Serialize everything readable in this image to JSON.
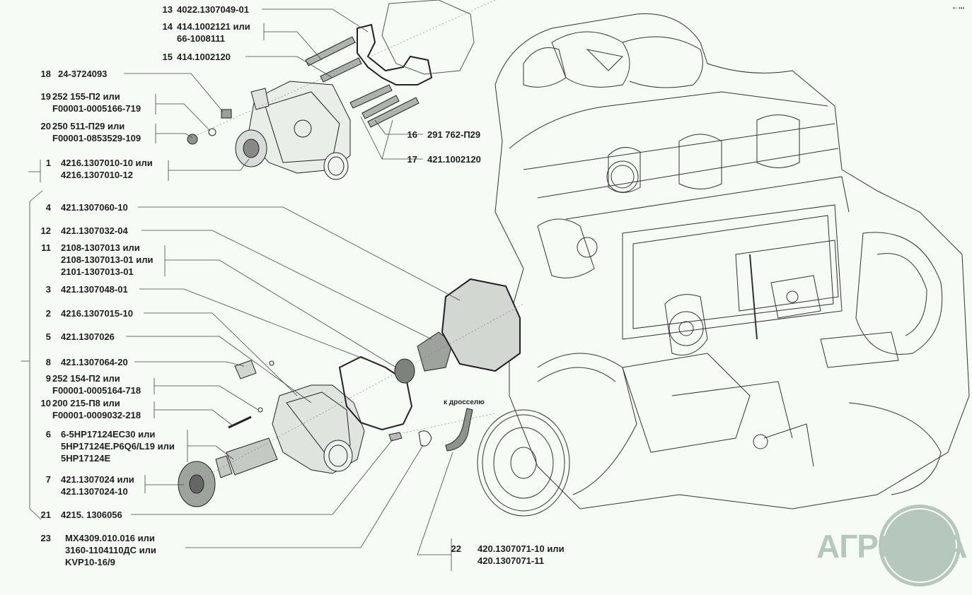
{
  "diagram": {
    "title": "Water pump assembly exploded view",
    "flow_note": "к дросселю",
    "logo_text": "АГРОНКА",
    "parts": [
      {
        "num": "13",
        "lines": [
          "4022.1307049-01"
        ]
      },
      {
        "num": "14",
        "lines": [
          "414.1002121 или",
          "66-1008111"
        ]
      },
      {
        "num": "15",
        "lines": [
          "414.1002120"
        ]
      },
      {
        "num": "18",
        "lines": [
          "24-3724093"
        ]
      },
      {
        "num": "19",
        "lines": [
          "252 155-П2 или",
          "F00001-0005166-719"
        ]
      },
      {
        "num": "20",
        "lines": [
          "250 511-П29 или",
          "F00001-0853529-109"
        ]
      },
      {
        "num": "1",
        "lines": [
          "4216.1307010-10 или",
          "4216.1307010-12"
        ]
      },
      {
        "num": "16",
        "lines": [
          "291 762-П29"
        ]
      },
      {
        "num": "17",
        "lines": [
          "421.1002120"
        ]
      },
      {
        "num": "4",
        "lines": [
          "421.1307060-10"
        ]
      },
      {
        "num": "12",
        "lines": [
          "421.1307032-04"
        ]
      },
      {
        "num": "11",
        "lines": [
          "2108-1307013 или",
          "2108-1307013-01 или",
          "2101-1307013-01"
        ]
      },
      {
        "num": "3",
        "lines": [
          "421.1307048-01"
        ]
      },
      {
        "num": "2",
        "lines": [
          "4216.1307015-10"
        ]
      },
      {
        "num": "5",
        "lines": [
          "421.1307026"
        ]
      },
      {
        "num": "8",
        "lines": [
          "421.1307064-20"
        ]
      },
      {
        "num": "9",
        "lines": [
          "252 154-П2 или",
          "F00001-0005164-718"
        ]
      },
      {
        "num": "10",
        "lines": [
          "200 215-П8 или",
          "F00001-0009032-218"
        ]
      },
      {
        "num": "6",
        "lines": [
          "6-5HP17124EC30 или",
          "5HP17124E.P6Q6/L19 или",
          "5HP17124E"
        ]
      },
      {
        "num": "7",
        "lines": [
          "421.1307024 или",
          "421.1307024-10"
        ]
      },
      {
        "num": "21",
        "lines": [
          "4215. 1306056"
        ]
      },
      {
        "num": "23",
        "lines": [
          "MX4309.010.016 или",
          "3160-1104110ДС или",
          "KVP10-16/9"
        ]
      },
      {
        "num": "22",
        "lines": [
          "420.1307071-10 или",
          "420.1307071-11"
        ]
      }
    ]
  }
}
